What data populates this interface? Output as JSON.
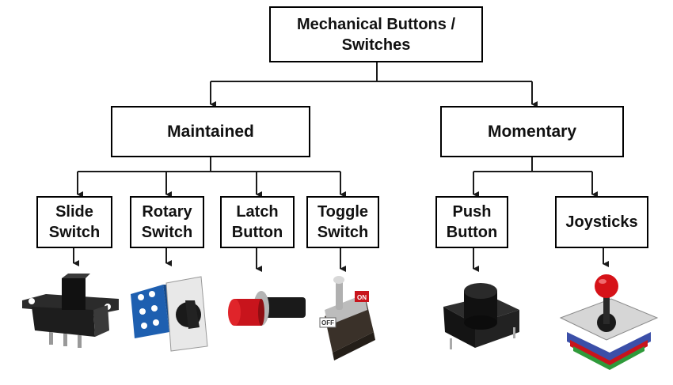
{
  "root": {
    "line1": "Mechanical Buttons /",
    "line2": "Switches"
  },
  "categories": {
    "maintained": "Maintained",
    "momentary": "Momentary"
  },
  "leaves": {
    "slide": {
      "line1": "Slide",
      "line2": "Switch"
    },
    "rotary": {
      "line1": "Rotary",
      "line2": "Switch"
    },
    "latch": {
      "line1": "Latch",
      "line2": "Button"
    },
    "toggle": {
      "line1": "Toggle",
      "line2": "Switch"
    },
    "push": {
      "line1": "Push",
      "line2": "Button"
    },
    "joysticks": {
      "line1": "Joysticks"
    }
  },
  "photos": {
    "toggle_tag_top": "ON",
    "toggle_tag_bottom": "OFF"
  },
  "colors": {
    "connector": "#1a1a1a",
    "box_border": "#000000",
    "rotary_blue": "#1e5fb0",
    "latch_red": "#c8141c",
    "joystick_red": "#d61218"
  }
}
